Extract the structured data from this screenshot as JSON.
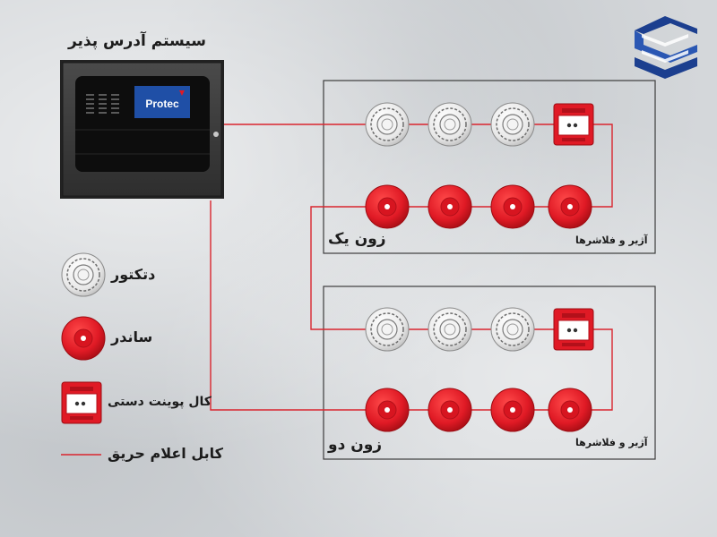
{
  "panel": {
    "title": "سیستم آدرس پذیر",
    "brand": "Protec"
  },
  "zones": [
    {
      "name": "زون یک",
      "sounder_label": "آژیر و فلاشرها"
    },
    {
      "name": "زون دو",
      "sounder_label": "آژیر و فلاشرها"
    }
  ],
  "legend": {
    "detector": "دتکتور",
    "sounder": "ساندر",
    "manual_call_point": "کال پوینت دستی",
    "fire_alarm_cable": "کابل اعلام حریق"
  },
  "colors": {
    "cable": "#d9252e",
    "sounder_red": "#e01a25",
    "panel_body": "#3b3b3b",
    "logo_blue": "#1c3f8f",
    "brand_box": "#1f4fa6"
  },
  "icons": {
    "detector": "smoke-detector-icon",
    "sounder": "sounder-icon",
    "mcp": "manual-call-point-icon",
    "logo": "company-logo-icon"
  }
}
